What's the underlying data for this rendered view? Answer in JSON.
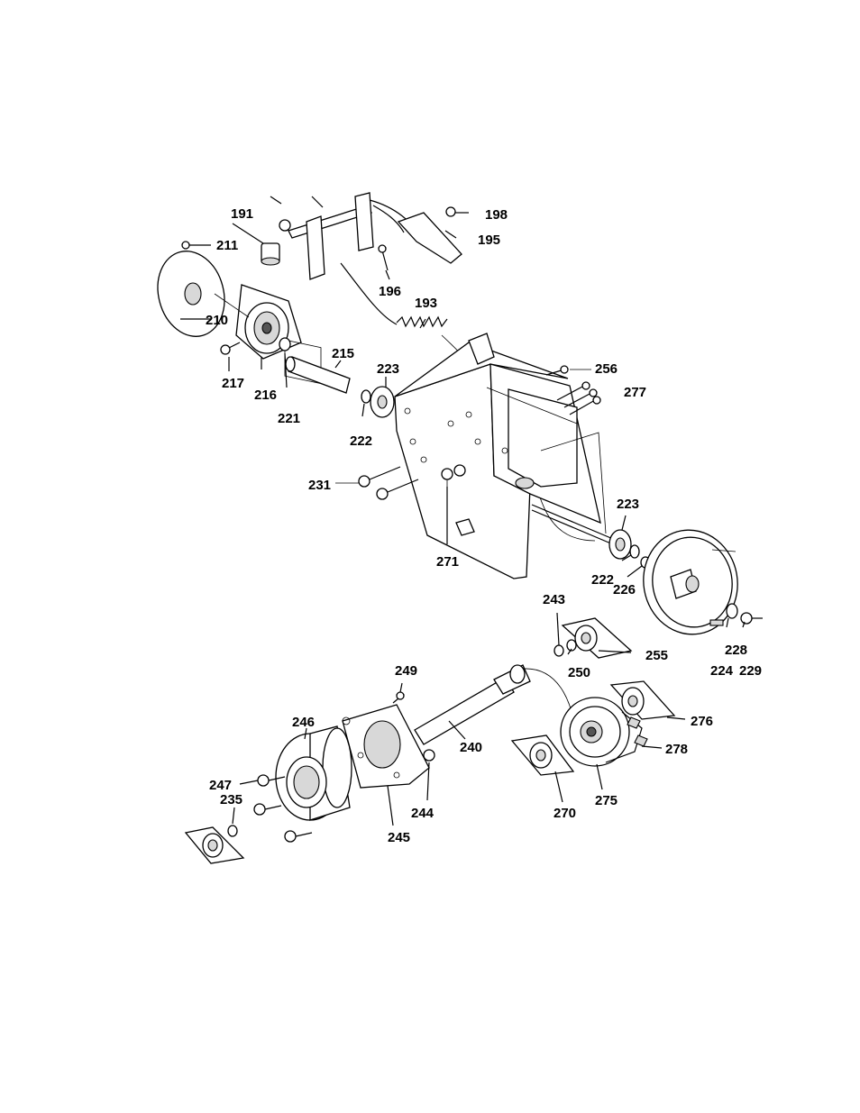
{
  "diagram": {
    "labels": [
      {
        "id": "l191",
        "text": "191"
      },
      {
        "id": "l198",
        "text": "198"
      },
      {
        "id": "l211",
        "text": "211"
      },
      {
        "id": "l195",
        "text": "195"
      },
      {
        "id": "l196",
        "text": "196"
      },
      {
        "id": "l193",
        "text": "193"
      },
      {
        "id": "l210",
        "text": "210"
      },
      {
        "id": "l215",
        "text": "215"
      },
      {
        "id": "l223a",
        "text": "223"
      },
      {
        "id": "l256",
        "text": "256"
      },
      {
        "id": "l277",
        "text": "277"
      },
      {
        "id": "l217",
        "text": "217"
      },
      {
        "id": "l216",
        "text": "216"
      },
      {
        "id": "l221",
        "text": "221"
      },
      {
        "id": "l222a",
        "text": "222"
      },
      {
        "id": "l231",
        "text": "231"
      },
      {
        "id": "l223b",
        "text": "223"
      },
      {
        "id": "l271",
        "text": "271"
      },
      {
        "id": "l222b",
        "text": "222"
      },
      {
        "id": "l226",
        "text": "226"
      },
      {
        "id": "l243",
        "text": "243"
      },
      {
        "id": "l255",
        "text": "255"
      },
      {
        "id": "l228",
        "text": "228"
      },
      {
        "id": "l250",
        "text": "250"
      },
      {
        "id": "l224",
        "text": "224"
      },
      {
        "id": "l229",
        "text": "229"
      },
      {
        "id": "l249",
        "text": "249"
      },
      {
        "id": "l246",
        "text": "246"
      },
      {
        "id": "l276",
        "text": "276"
      },
      {
        "id": "l240",
        "text": "240"
      },
      {
        "id": "l278",
        "text": "278"
      },
      {
        "id": "l247",
        "text": "247"
      },
      {
        "id": "l235",
        "text": "235"
      },
      {
        "id": "l244",
        "text": "244"
      },
      {
        "id": "l270",
        "text": "270"
      },
      {
        "id": "l275",
        "text": "275"
      },
      {
        "id": "l245",
        "text": "245"
      }
    ]
  }
}
